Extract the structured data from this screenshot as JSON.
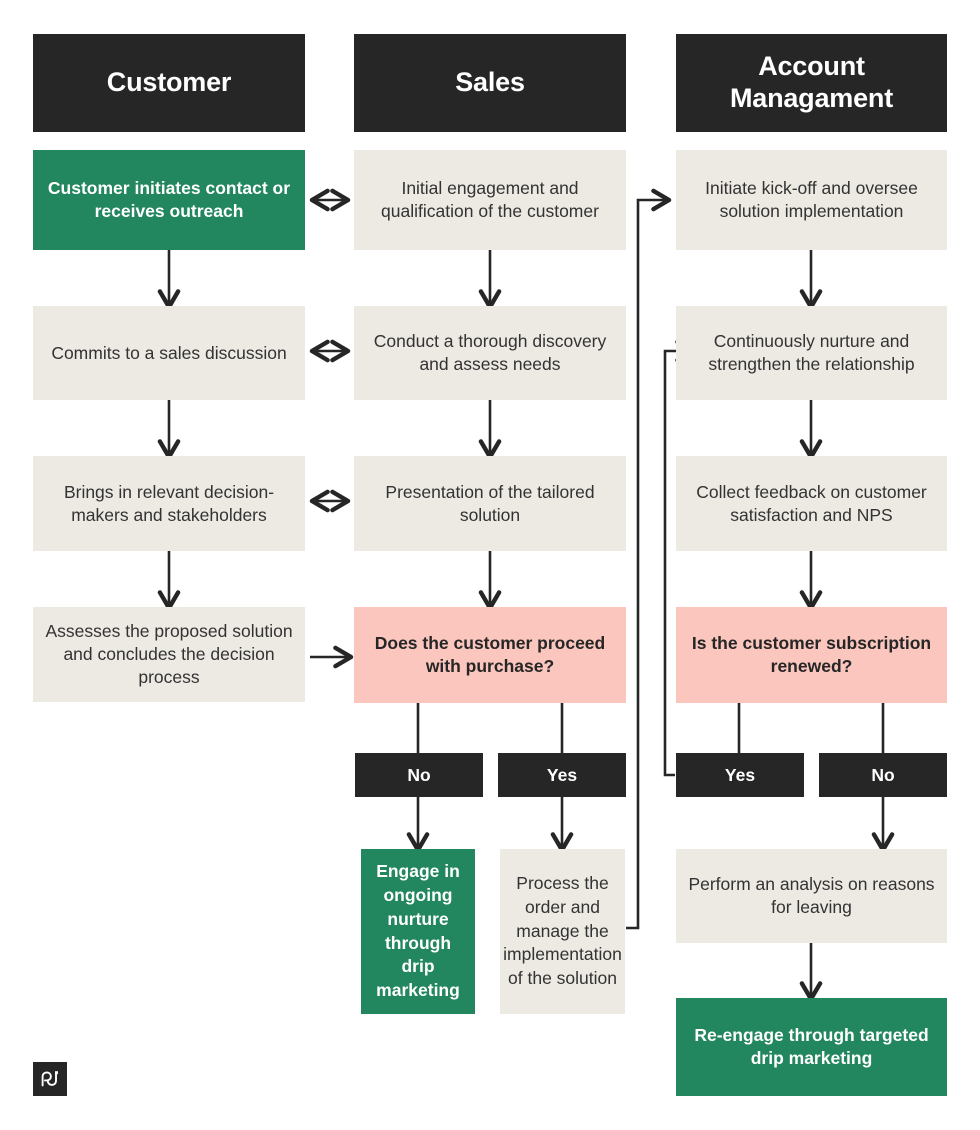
{
  "diagram": {
    "title": "Customer / Sales / Account Management process flowchart",
    "colors": {
      "header_bg": "#262626",
      "step_bg": "#ede9e3",
      "green": "#22865f",
      "decision_pink": "#fbc6bd",
      "text_dark": "#333333",
      "white": "#ffffff",
      "connector": "#262626"
    },
    "columns": [
      {
        "id": "customer",
        "header": "Customer"
      },
      {
        "id": "sales",
        "header": "Sales"
      },
      {
        "id": "account",
        "header": "Account\nManagament"
      }
    ],
    "nodes": {
      "c1": "Customer initiates contact or receives outreach",
      "c2": "Commits to a sales discussion",
      "c3": "Brings in relevant decision-makers and stakeholders",
      "c4": "Assesses the proposed solution and concludes the decision process",
      "s1": "Initial engagement and qualification of the customer",
      "s2": "Conduct a thorough discovery and assess needs",
      "s3": "Presentation of the tailored solution",
      "s4": "Does the customer proceed with purchase?",
      "s5_no": "No",
      "s5_yes": "Yes",
      "s6": "Engage in ongoing nurture through drip marketing",
      "s7": "Process the order and manage the implementation of the solution",
      "a1": "Initiate kick-off and oversee solution implementation",
      "a2": "Continuously nurture and strengthen the relationship",
      "a3": "Collect feedback on customer satisfaction and NPS",
      "a4": "Is the customer subscription renewed?",
      "a5_yes": "Yes",
      "a5_no": "No",
      "a6": "Perform an analysis on reasons for leaving",
      "a7": "Re-engage through targeted drip marketing"
    },
    "logo": {
      "name": "pandadoc-logo",
      "alt": "pd"
    }
  }
}
